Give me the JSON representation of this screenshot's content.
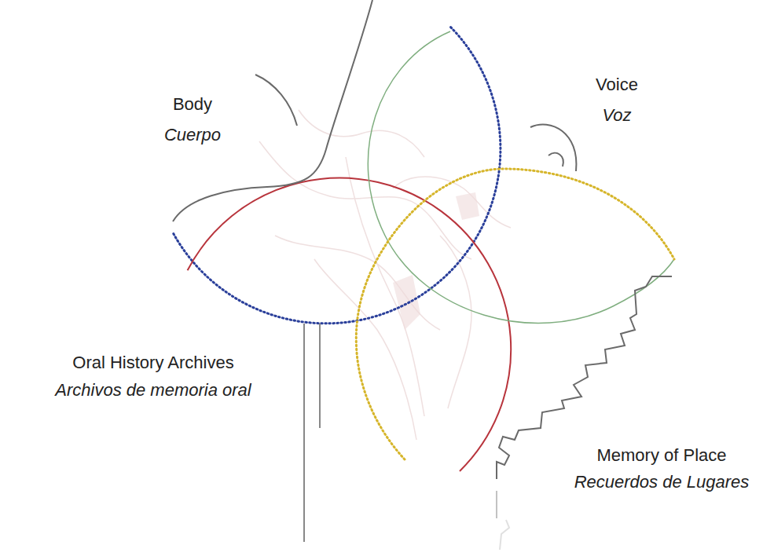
{
  "diagram": {
    "labels": [
      "Body",
      "Cuerpo",
      "Voice",
      "Voz",
      "Oral History Archives",
      "Archivos de memoria oral",
      "Memory of Place",
      "Recuerdos de Lugares"
    ]
  }
}
